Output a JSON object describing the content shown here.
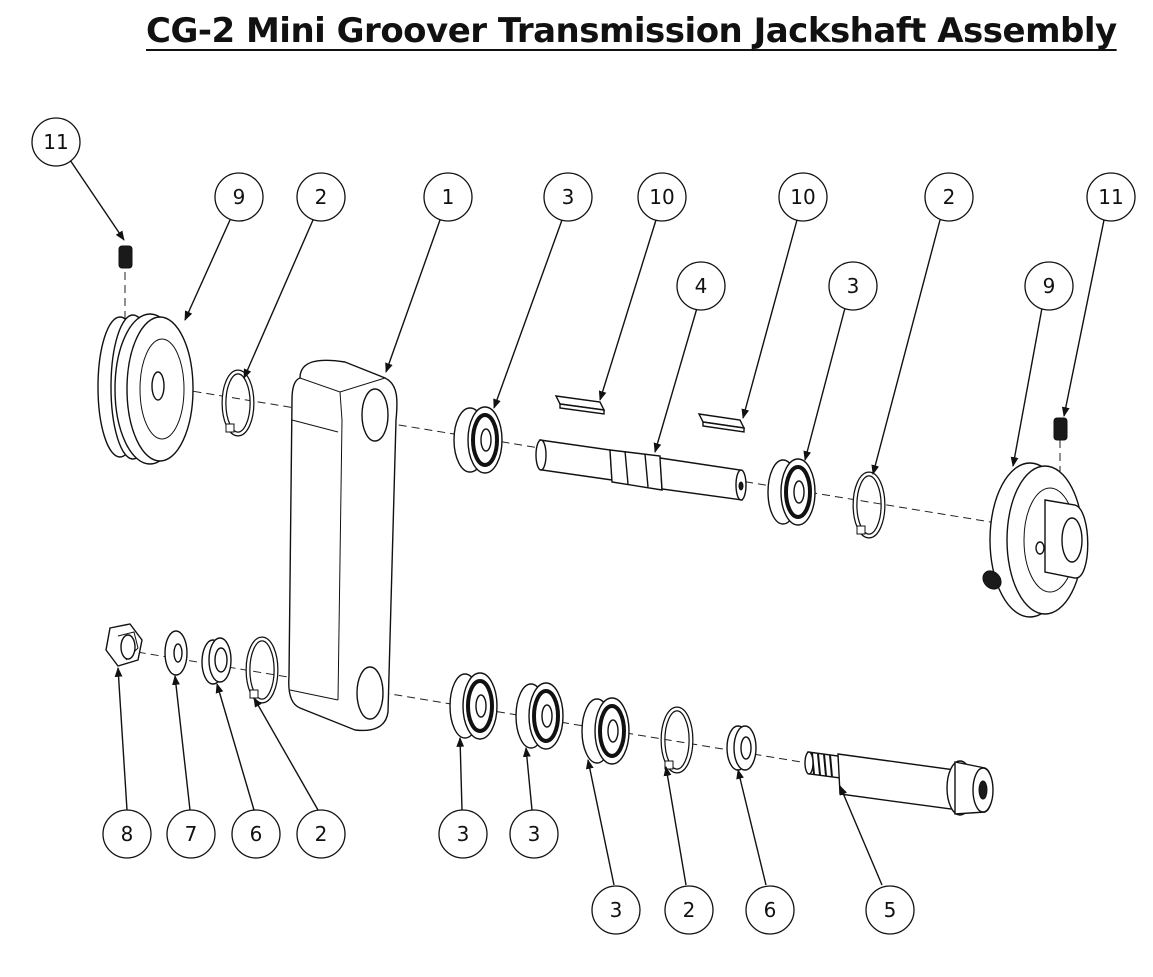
{
  "title": "CG-2 Mini Groover Transmission Jackshaft Assembly",
  "balloons": [
    {
      "id": "b1",
      "label": "11"
    },
    {
      "id": "b2",
      "label": "9"
    },
    {
      "id": "b3",
      "label": "2"
    },
    {
      "id": "b4",
      "label": "1"
    },
    {
      "id": "b5",
      "label": "3"
    },
    {
      "id": "b6",
      "label": "10"
    },
    {
      "id": "b7",
      "label": "10"
    },
    {
      "id": "b8",
      "label": "2"
    },
    {
      "id": "b9",
      "label": "11"
    },
    {
      "id": "b10",
      "label": "4"
    },
    {
      "id": "b11",
      "label": "3"
    },
    {
      "id": "b12",
      "label": "9"
    },
    {
      "id": "b13",
      "label": "8"
    },
    {
      "id": "b14",
      "label": "7"
    },
    {
      "id": "b15",
      "label": "6"
    },
    {
      "id": "b16",
      "label": "2"
    },
    {
      "id": "b17",
      "label": "3"
    },
    {
      "id": "b18",
      "label": "3"
    },
    {
      "id": "b19",
      "label": "3"
    },
    {
      "id": "b20",
      "label": "2"
    },
    {
      "id": "b21",
      "label": "6"
    },
    {
      "id": "b22",
      "label": "5"
    }
  ]
}
